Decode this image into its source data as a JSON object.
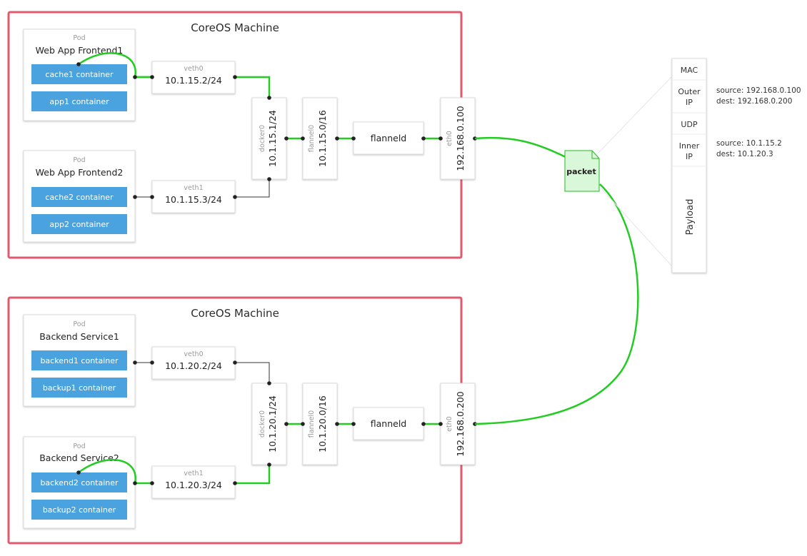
{
  "machines": [
    {
      "title": "CoreOS Machine",
      "pods": [
        {
          "caption": "Pod",
          "name": "Web App Frontend1",
          "containers": [
            "cache1 container",
            "app1 container"
          ]
        },
        {
          "caption": "Pod",
          "name": "Web App Frontend2",
          "containers": [
            "cache2 container",
            "app2 container"
          ]
        }
      ],
      "veths": [
        {
          "caption": "veth0",
          "address": "10.1.15.2/24"
        },
        {
          "caption": "veth1",
          "address": "10.1.15.3/24"
        }
      ],
      "docker": {
        "caption": "docker0",
        "address": "10.1.15.1/24"
      },
      "flannel_if": {
        "caption": "flannel0",
        "address": "10.1.15.0/16"
      },
      "flanneld": "flanneld",
      "eth": {
        "caption": "eth0",
        "address": "192.168.0.100"
      }
    },
    {
      "title": "CoreOS Machine",
      "pods": [
        {
          "caption": "Pod",
          "name": "Backend Service1",
          "containers": [
            "backend1 container",
            "backup1 container"
          ]
        },
        {
          "caption": "Pod",
          "name": "Backend Service2",
          "containers": [
            "backend2 container",
            "backup2 container"
          ]
        }
      ],
      "veths": [
        {
          "caption": "veth0",
          "address": "10.1.20.2/24"
        },
        {
          "caption": "veth1",
          "address": "10.1.20.3/24"
        }
      ],
      "docker": {
        "caption": "docker0",
        "address": "10.1.20.1/24"
      },
      "flannel_if": {
        "caption": "flannel0",
        "address": "10.1.20.0/16"
      },
      "flanneld": "flanneld",
      "eth": {
        "caption": "eth0",
        "address": "192.168.0.200"
      }
    }
  ],
  "packet": {
    "label": "packet",
    "layers": [
      "MAC",
      "Outer IP",
      "UDP",
      "Inner IP",
      "Payload"
    ],
    "outer_info": [
      "source: 192.168.0.100",
      "dest: 192.168.0.200"
    ],
    "inner_info": [
      "source: 10.1.15.2",
      "dest: 10.1.20.3"
    ]
  },
  "colors": {
    "machine_border": "#e05a6e",
    "container_fill": "#4aa3df",
    "route_line": "#22cc22",
    "packet_fill": "#d9f7d9",
    "packet_stroke": "#22bb22"
  }
}
